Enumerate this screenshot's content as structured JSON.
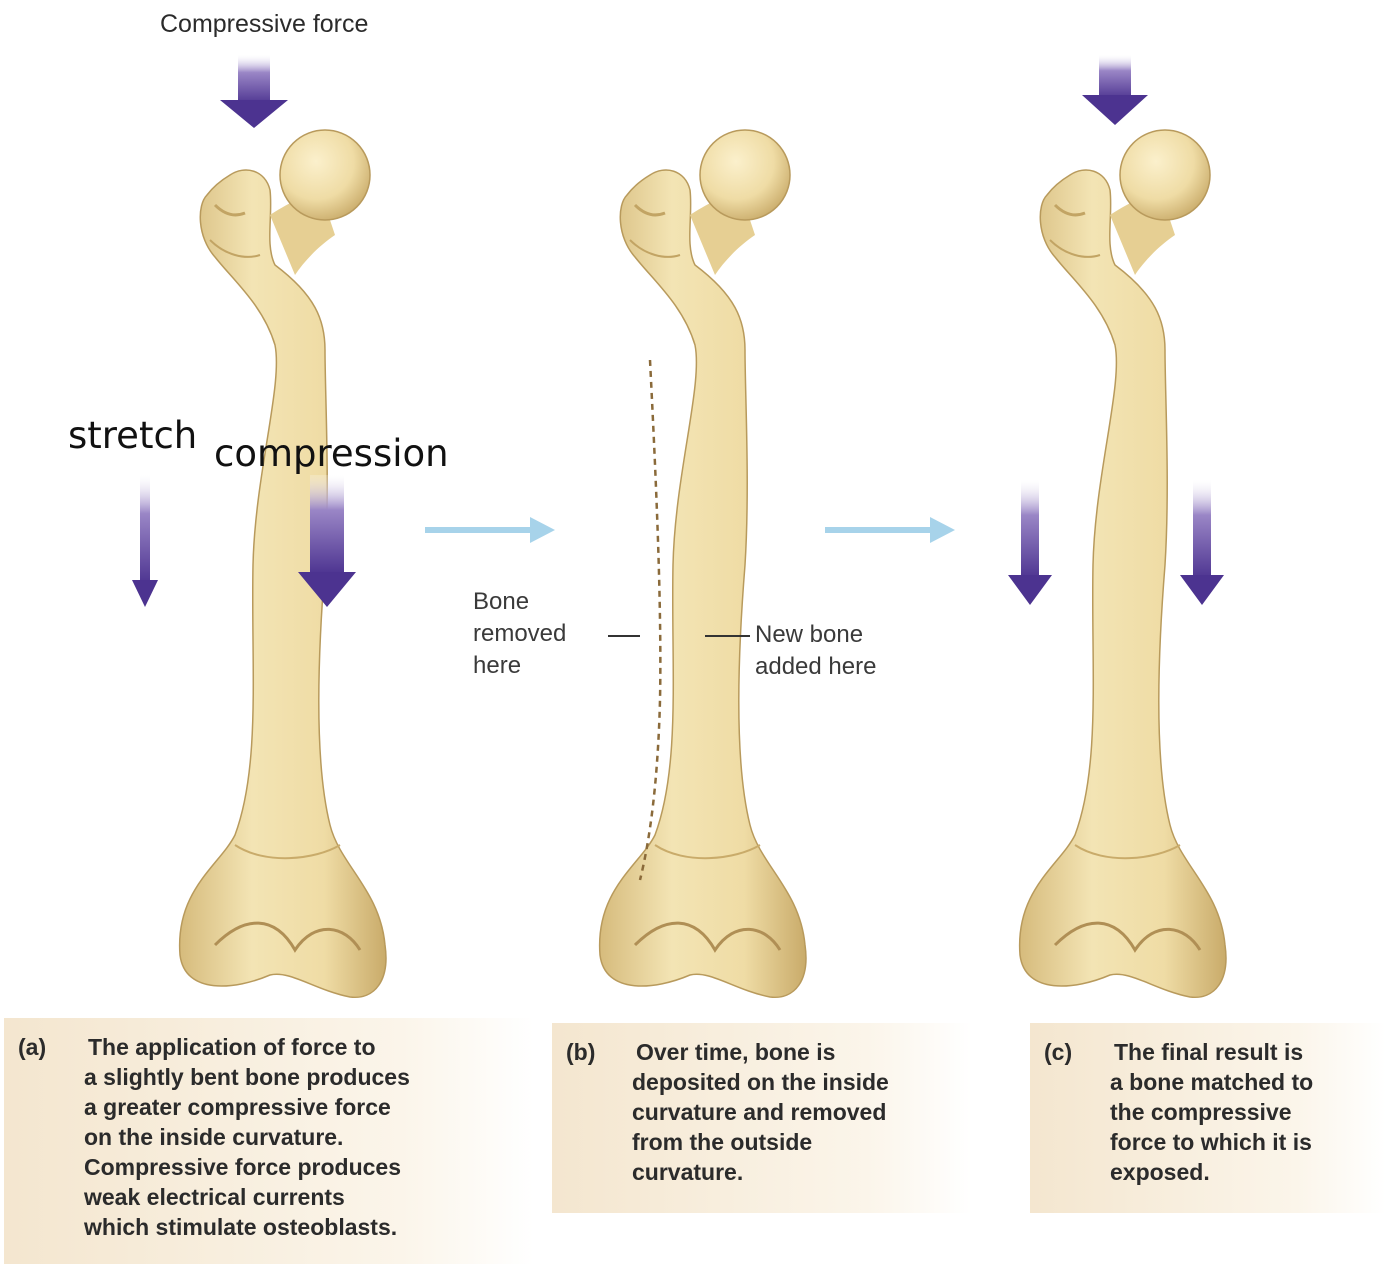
{
  "labels": {
    "compressive_force": "Compressive force",
    "stretch": "stretch",
    "compression": "compression",
    "bone_removed": [
      "Bone",
      "removed",
      "here"
    ],
    "new_bone_added": [
      "New bone",
      "added here"
    ]
  },
  "captions": [
    {
      "letter": "(a)",
      "lines": [
        "The application of force to",
        "a slightly bent bone produces",
        "a greater compressive force",
        "on the inside curvature.",
        "Compressive force produces",
        "weak electrical currents",
        "which stimulate osteoblasts."
      ]
    },
    {
      "letter": "(b)",
      "lines": [
        "Over time, bone is",
        "deposited on the inside",
        "curvature and removed",
        "from the outside",
        "curvature."
      ]
    },
    {
      "letter": "(c)",
      "lines": [
        "The final result is",
        "a bone matched to",
        "the compressive",
        "force to which it is",
        "exposed."
      ]
    }
  ],
  "colors": {
    "bone": "#efdca5",
    "bone_shade": "#d9c080",
    "force_arrow": "#5a3f9a",
    "process_arrow": "#9ecfe8",
    "caption_bg": "#f4e6cf"
  }
}
